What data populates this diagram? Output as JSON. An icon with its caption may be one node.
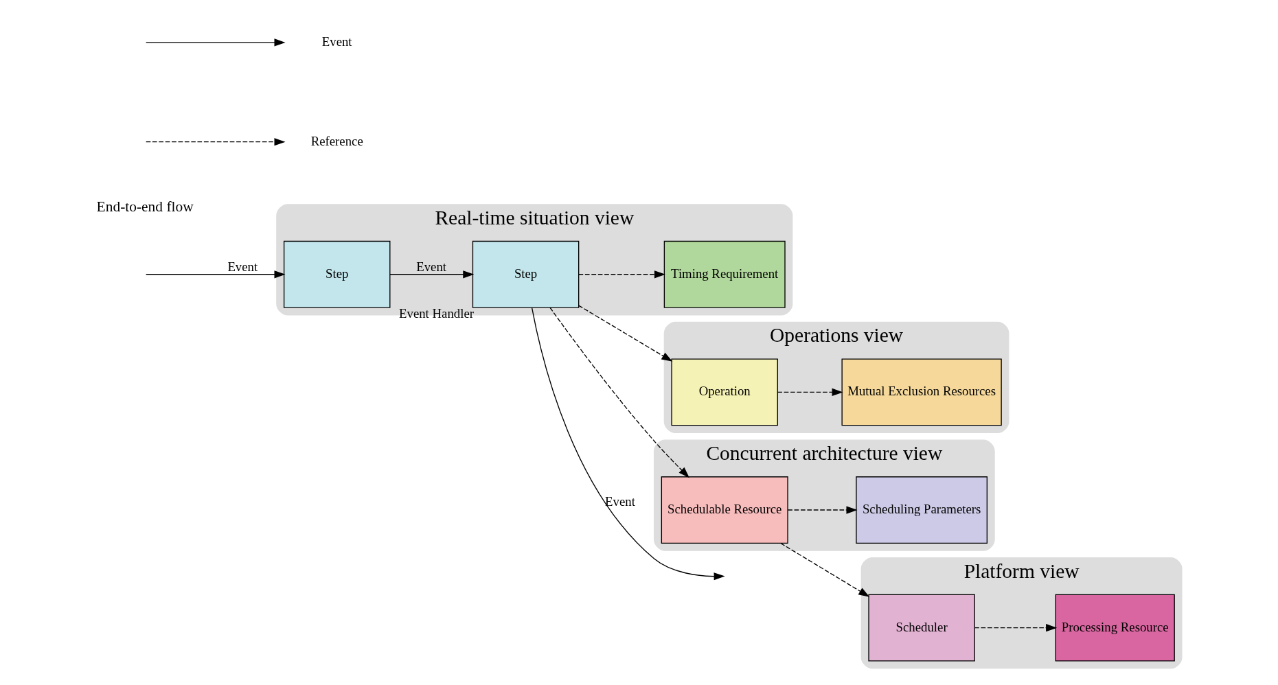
{
  "diagram": {
    "nodes": [
      {
        "text": [
          "Operations view"
        ]
      },
      {
        "text": [
          "Mutual Exclusion Resources"
        ],
        "in": 0
      },
      {
        "text": [
          "Operation"
        ],
        "in": 0
      },
      {
        "text": [
          "Platform view"
        ]
      },
      {
        "text": [
          "Processing Resource"
        ],
        "in": 3
      },
      {
        "text": [
          "Scheduler"
        ],
        "in": 3
      },
      {
        "text": [
          "Concurrent architecture view"
        ]
      },
      {
        "text": [
          "Schedulable Resource"
        ],
        "in": 6
      },
      {
        "text": [
          "Scheduling Parameters"
        ],
        "in": 6
      },
      {
        "text": [
          "Real-time situation view"
        ]
      },
      {
        "text": [
          "Step"
        ],
        "in": 9
      },
      {
        "text": [
          "Step"
        ],
        "in": 9,
        "beside": [
          "Event Handler"
        ]
      },
      {
        "text": [
          "Timing Requirement"
        ],
        "in": 9
      }
    ],
    "edges": [
      {
        "from": null,
        "to": 10,
        "arrow": "to",
        "label": "Event"
      },
      {
        "from": 10,
        "to": 11,
        "arrow": "to",
        "label": "Event"
      },
      {
        "from": 11,
        "to": null,
        "arrow": "to",
        "label": "Event"
      },
      {
        "from": 11,
        "to": 12,
        "arrow": "to",
        "style": "dashed"
      },
      {
        "from": 11,
        "to": 2,
        "arrow": "to",
        "style": "dashed"
      },
      {
        "from": 11,
        "to": 7,
        "arrow": "to",
        "style": "dashed"
      },
      {
        "from": 2,
        "to": 1,
        "arrow": "to",
        "style": "dashed"
      },
      {
        "from": 7,
        "to": 5,
        "arrow": "to",
        "style": "dashed"
      },
      {
        "from": 5,
        "to": 4,
        "arrow": "to",
        "style": "dashed"
      },
      {
        "from": 7,
        "to": 8,
        "arrow": "to",
        "style": "dashed"
      }
    ],
    "labels": [
      "End-to-end flow"
    ],
    "legend": [
      {
        "text": "Event"
      },
      {
        "text": "Reference"
      }
    ]
  }
}
